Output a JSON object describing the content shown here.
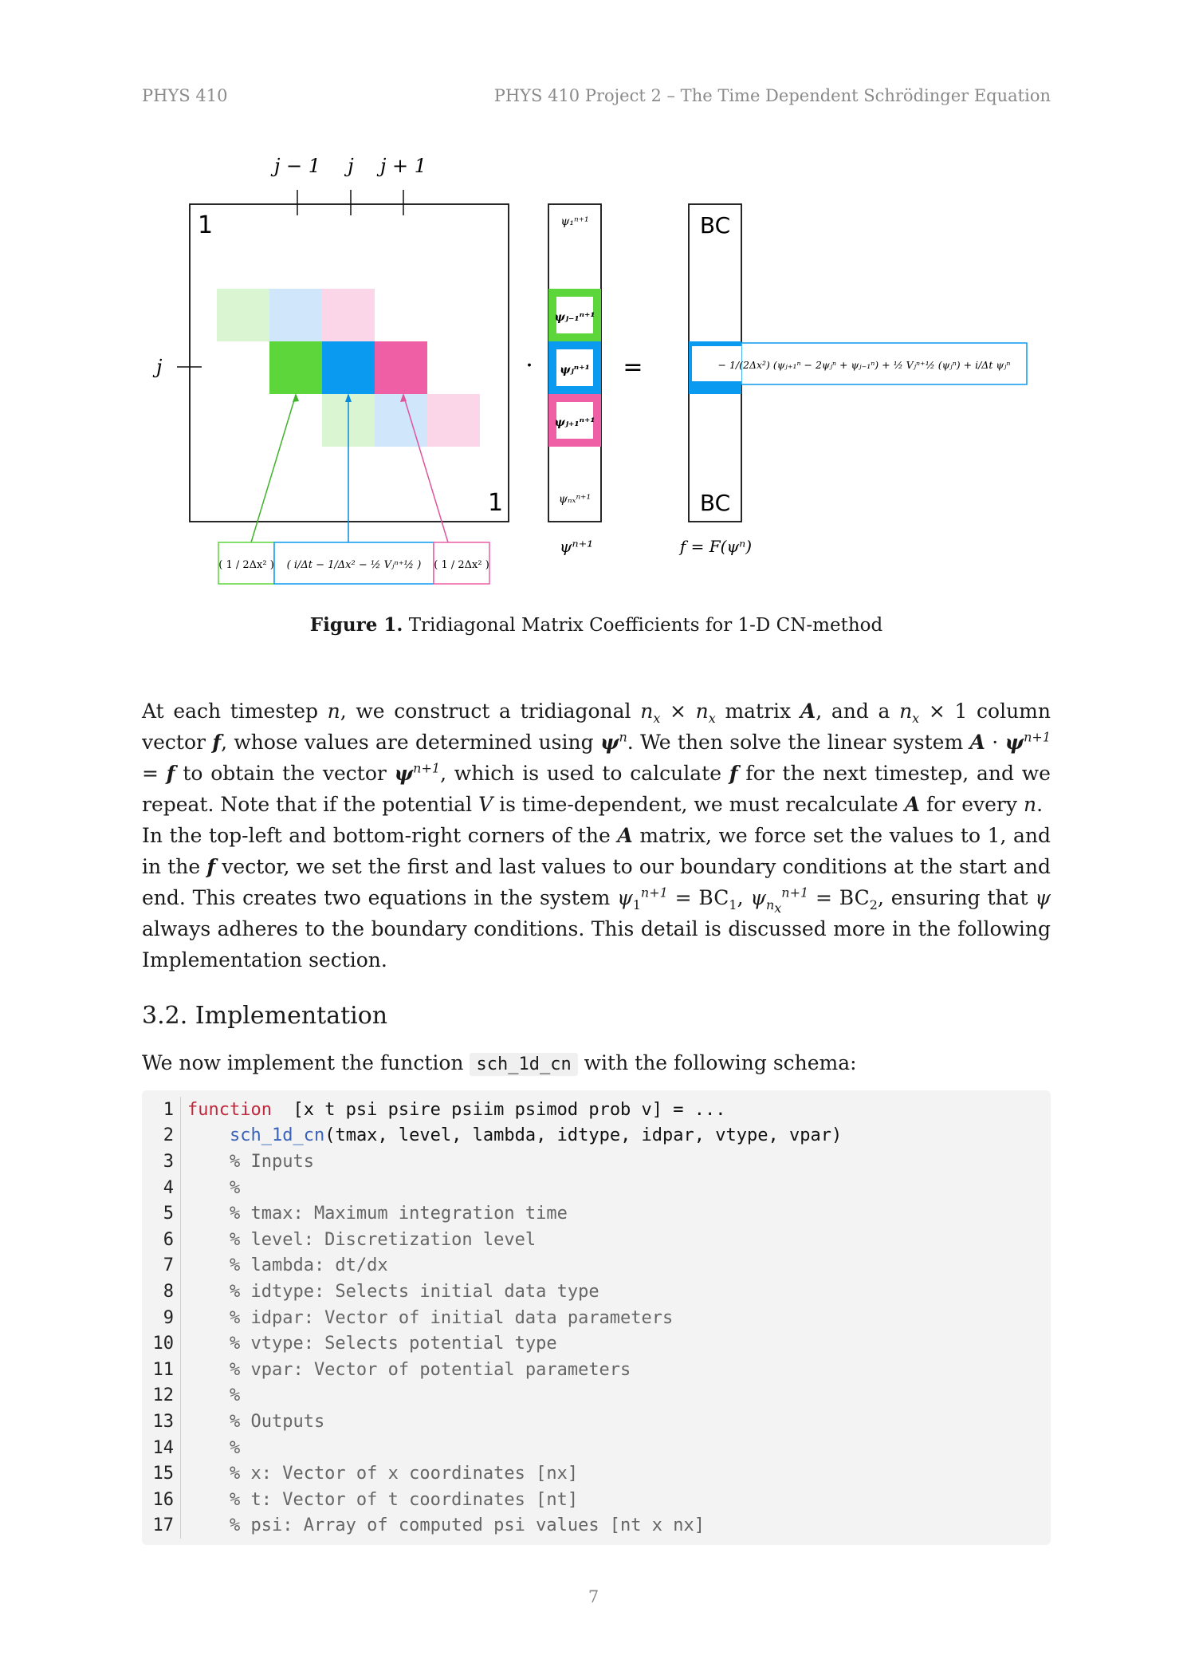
{
  "header": {
    "left": "PHYS 410",
    "right": "PHYS 410 Project 2 – The Time Dependent Schrödinger Equation"
  },
  "figure": {
    "col_labels": [
      "j − 1",
      "j",
      "j + 1"
    ],
    "row_label": "j",
    "corner_top": "1",
    "corner_bottom": "1",
    "dot": "·",
    "equals": "=",
    "bc_top": "BC",
    "bc_bottom": "BC",
    "vector_entries": [
      "ψ₁ⁿ⁺¹",
      "ψⱼ₋₁ⁿ⁺¹",
      "ψⱼⁿ⁺¹",
      "ψⱼ₊₁ⁿ⁺¹",
      "ψₙₓⁿ⁺¹"
    ],
    "vector_label": "ψⁿ⁺¹",
    "f_label": "f = F(ψⁿ)",
    "rhs_expression": "− 1/(2Δx²) (ψⱼ₊₁ⁿ − 2ψⱼⁿ + ψⱼ₋₁ⁿ) + ½ Vⱼⁿ⁺½ (ψⱼⁿ) + i/Δt ψⱼⁿ",
    "coef_left": "( 1 / 2Δx² )",
    "coef_mid": "( i/Δt − 1/Δx² − ½ Vⱼⁿ⁺½ )",
    "coef_right": "( 1 / 2Δx² )",
    "colors": {
      "green": "#5cd63a",
      "blue": "#0a9af0",
      "pink": "#ee5fa6",
      "green_light": "#d9f5d2",
      "blue_light": "#cfe6fb",
      "pink_light": "#fbd6e9"
    }
  },
  "caption": {
    "label": "Figure 1.",
    "text": "Tridiagonal Matrix Coefficients for 1-D CN-method"
  },
  "section_title": "3.2. Implementation",
  "intro": {
    "before": "We now implement the function",
    "code": "sch_1d_cn",
    "after": "with the following schema:"
  },
  "code": [
    {
      "n": "1",
      "parts": [
        [
          "kw",
          "function"
        ],
        [
          "",
          "  [x t psi psire psiim psimod prob v] = ..."
        ]
      ]
    },
    {
      "n": "2",
      "parts": [
        [
          "",
          "    "
        ],
        [
          "fn",
          "sch_1d_cn"
        ],
        [
          "",
          "(tmax, level, lambda, idtype, idpar, vtype, vpar)"
        ]
      ]
    },
    {
      "n": "3",
      "parts": [
        [
          "cm",
          "    % Inputs"
        ]
      ]
    },
    {
      "n": "4",
      "parts": [
        [
          "cm",
          "    %"
        ]
      ]
    },
    {
      "n": "5",
      "parts": [
        [
          "cm",
          "    % tmax: Maximum integration time"
        ]
      ]
    },
    {
      "n": "6",
      "parts": [
        [
          "cm",
          "    % level: Discretization level"
        ]
      ]
    },
    {
      "n": "7",
      "parts": [
        [
          "cm",
          "    % lambda: dt/dx"
        ]
      ]
    },
    {
      "n": "8",
      "parts": [
        [
          "cm",
          "    % idtype: Selects initial data type"
        ]
      ]
    },
    {
      "n": "9",
      "parts": [
        [
          "cm",
          "    % idpar: Vector of initial data parameters"
        ]
      ]
    },
    {
      "n": "10",
      "parts": [
        [
          "cm",
          "    % vtype: Selects potential type"
        ]
      ]
    },
    {
      "n": "11",
      "parts": [
        [
          "cm",
          "    % vpar: Vector of potential parameters"
        ]
      ]
    },
    {
      "n": "12",
      "parts": [
        [
          "cm",
          "    %"
        ]
      ]
    },
    {
      "n": "13",
      "parts": [
        [
          "cm",
          "    % Outputs"
        ]
      ]
    },
    {
      "n": "14",
      "parts": [
        [
          "cm",
          "    %"
        ]
      ]
    },
    {
      "n": "15",
      "parts": [
        [
          "cm",
          "    % x: Vector of x coordinates [nx]"
        ]
      ]
    },
    {
      "n": "16",
      "parts": [
        [
          "cm",
          "    % t: Vector of t coordinates [nt]"
        ]
      ]
    },
    {
      "n": "17",
      "parts": [
        [
          "cm",
          "    % psi: Array of computed psi values [nt x nx]"
        ]
      ]
    }
  ],
  "page_number": "7"
}
